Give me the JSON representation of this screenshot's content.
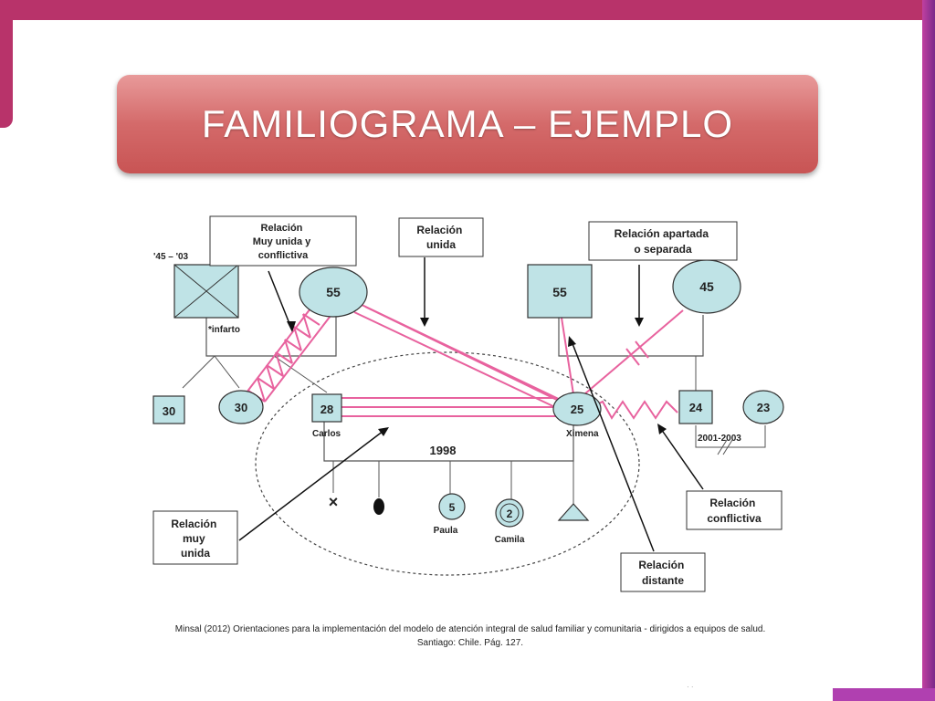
{
  "title": "FAMILIOGRAMA – EJEMPLO",
  "colors": {
    "frame": "#b8336a",
    "banner": "#d46a6a",
    "node_fill": "#bfe3e6",
    "relation_line": "#e8629e"
  },
  "legend": {
    "muy_unida_conflictiva": "Relación\nMuy unida y\nconflictiva",
    "unida": "Relación\nunida",
    "apartada": "Relación apartada\no separada",
    "muy_unida": "Relación\nmuy\nunida",
    "conflictiva": "Relación\nconflictiva",
    "distante": "Relación\ndistante"
  },
  "people": {
    "grandfather_dates": "'45 – '03",
    "grandfather_note": "*infarto",
    "grandmother_left_age": "55",
    "uncle_age": "30",
    "aunt_age": "30",
    "carlos_age": "28",
    "carlos_name": "Carlos",
    "grandfather_right_age": "55",
    "grandmother_right_age": "45",
    "ximena_age": "25",
    "ximena_name": "Ximena",
    "ex_partner_age": "24",
    "sister_age": "23",
    "divorce_dates": "2001-2003",
    "marriage_year": "1998",
    "paula_age": "5",
    "paula_name": "Paula",
    "camila_age": "2",
    "camila_name": "Camila",
    "death_mark": "×"
  },
  "citation": {
    "line1": "Minsal (2012)  Orientaciones para  la implementación del modelo de atención integral de salud familiar y comunitaria - dirigidos a equipos de salud.",
    "line2": "Santiago: Chile. Pág. 127."
  },
  "footer_dots": "· ·"
}
